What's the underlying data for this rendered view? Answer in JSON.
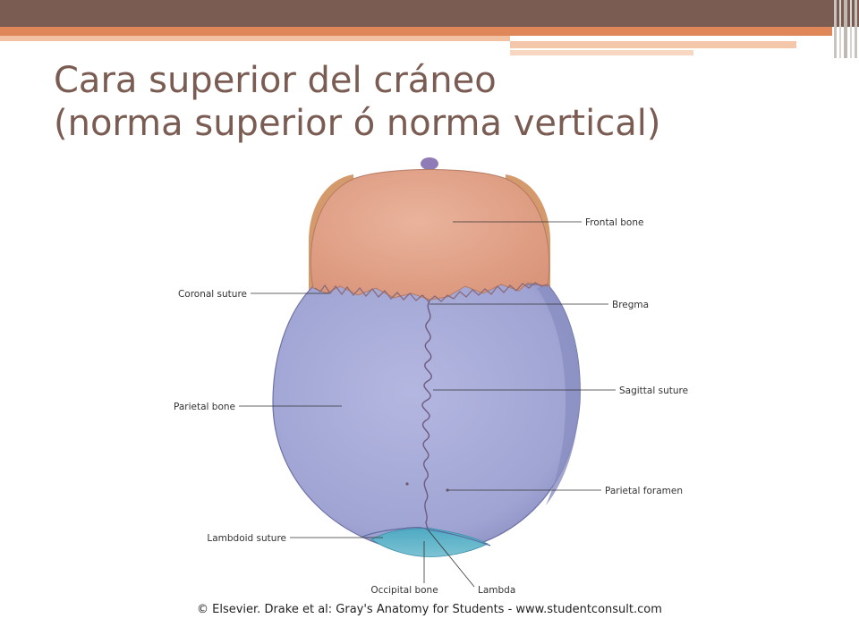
{
  "slide": {
    "title_line1": "Cara superior del cráneo",
    "title_line2": "(norma superior ó norma vertical)"
  },
  "figure": {
    "labels": {
      "frontal_bone": "Frontal bone",
      "coronal_suture": "Coronal suture",
      "bregma": "Bregma",
      "sagittal_suture": "Sagittal suture",
      "parietal_bone": "Parietal bone",
      "parietal_foramen": "Parietal foramen",
      "lambdoid_suture": "Lambdoid suture",
      "occipital_bone": "Occipital bone",
      "lambda": "Lambda"
    },
    "credit": "© Elsevier. Drake et al: Gray's Anatomy for Students - www.studentconsult.com"
  },
  "colors": {
    "theme_brown": "#7a5c52",
    "theme_orange": "#e0875a",
    "frontal_bone": "#e6a58c",
    "parietal_bone": "#a5a9d6",
    "occipital_bone": "#6fb7c9"
  }
}
